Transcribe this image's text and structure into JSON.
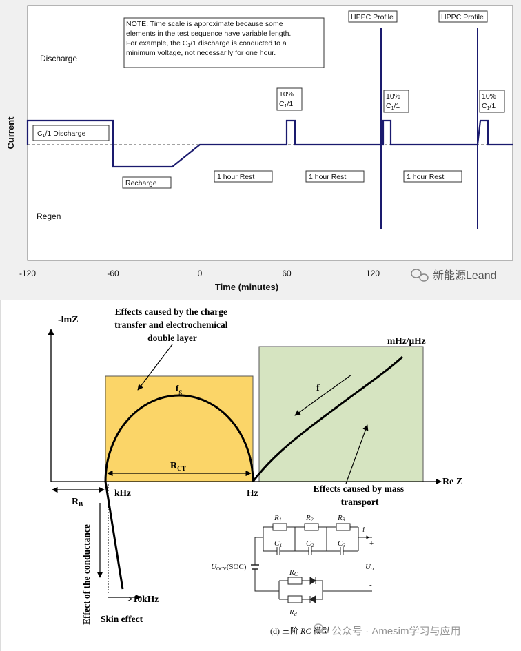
{
  "hppc": {
    "note_lines": [
      "NOTE: Time scale is approximate because some",
      "elements in the test sequence have variable length.",
      "For example, the C",
      "/1 discharge is conducted to a",
      "minimum voltage, not necessarily for one hour."
    ],
    "note_sub": "1",
    "discharge_label": "Discharge",
    "regen_label": "Regen",
    "y_label": "Current",
    "x_label": "Time (minutes)",
    "x_ticks": [
      "-120",
      "-60",
      "0",
      "60",
      "120"
    ],
    "c1_discharge": {
      "pre": "C",
      "sub": "1",
      "post": "/1 Discharge"
    },
    "recharge": "Recharge",
    "rest": "1 hour Rest",
    "hppc_profile": "HPPC Profile",
    "pulse_pct": "10%",
    "pulse_c": {
      "pre": "C",
      "sub": "1",
      "post": "/1"
    },
    "watermark": "新能源Leand"
  },
  "eis": {
    "y_axis": "-lmZ",
    "x_axis": "Re Z",
    "charge_note": [
      "Effects caused by the charge",
      "transfer and electrochemical",
      "double layer"
    ],
    "fg": {
      "main": "f",
      "sub": "g"
    },
    "rct": {
      "main": "R",
      "sub": "CT"
    },
    "f_label": "f",
    "mhz_label": "mHz/μHz",
    "khz_label": "kHz",
    "hz_label": "Hz",
    "mass_note": [
      "Effects caused by mass",
      "transport"
    ],
    "rb": {
      "main": "R",
      "sub": "B"
    },
    "conductance": "Effect of the conductance",
    "tenkhz": ">10kHz",
    "skin": "Skin effect"
  },
  "circuit": {
    "r1": {
      "main": "R",
      "sub": "1"
    },
    "r2": {
      "main": "R",
      "sub": "2"
    },
    "r3": {
      "main": "R",
      "sub": "3"
    },
    "c1": {
      "main": "C",
      "sub": "1"
    },
    "c2": {
      "main": "C",
      "sub": "2"
    },
    "c3": {
      "main": "C",
      "sub": "3"
    },
    "uocv": {
      "main": "U",
      "sub": "OCV",
      "post": "(SOC)"
    },
    "rc": {
      "main": "R",
      "sub": "C"
    },
    "rd": {
      "main": "R",
      "sub": "d"
    },
    "current": "i",
    "plus": "+",
    "minus": "-",
    "uo": {
      "main": "U",
      "sub": "o"
    },
    "caption_prefix": "(d)  三阶 ",
    "caption_rc": "RC",
    "caption_suffix": " 模型",
    "watermark": "公众号 · Amesim学习与应用"
  },
  "colors": {
    "trace": "#1a1a6e",
    "yellow_box": "#fbd568",
    "green_box": "#d6e4c1"
  }
}
